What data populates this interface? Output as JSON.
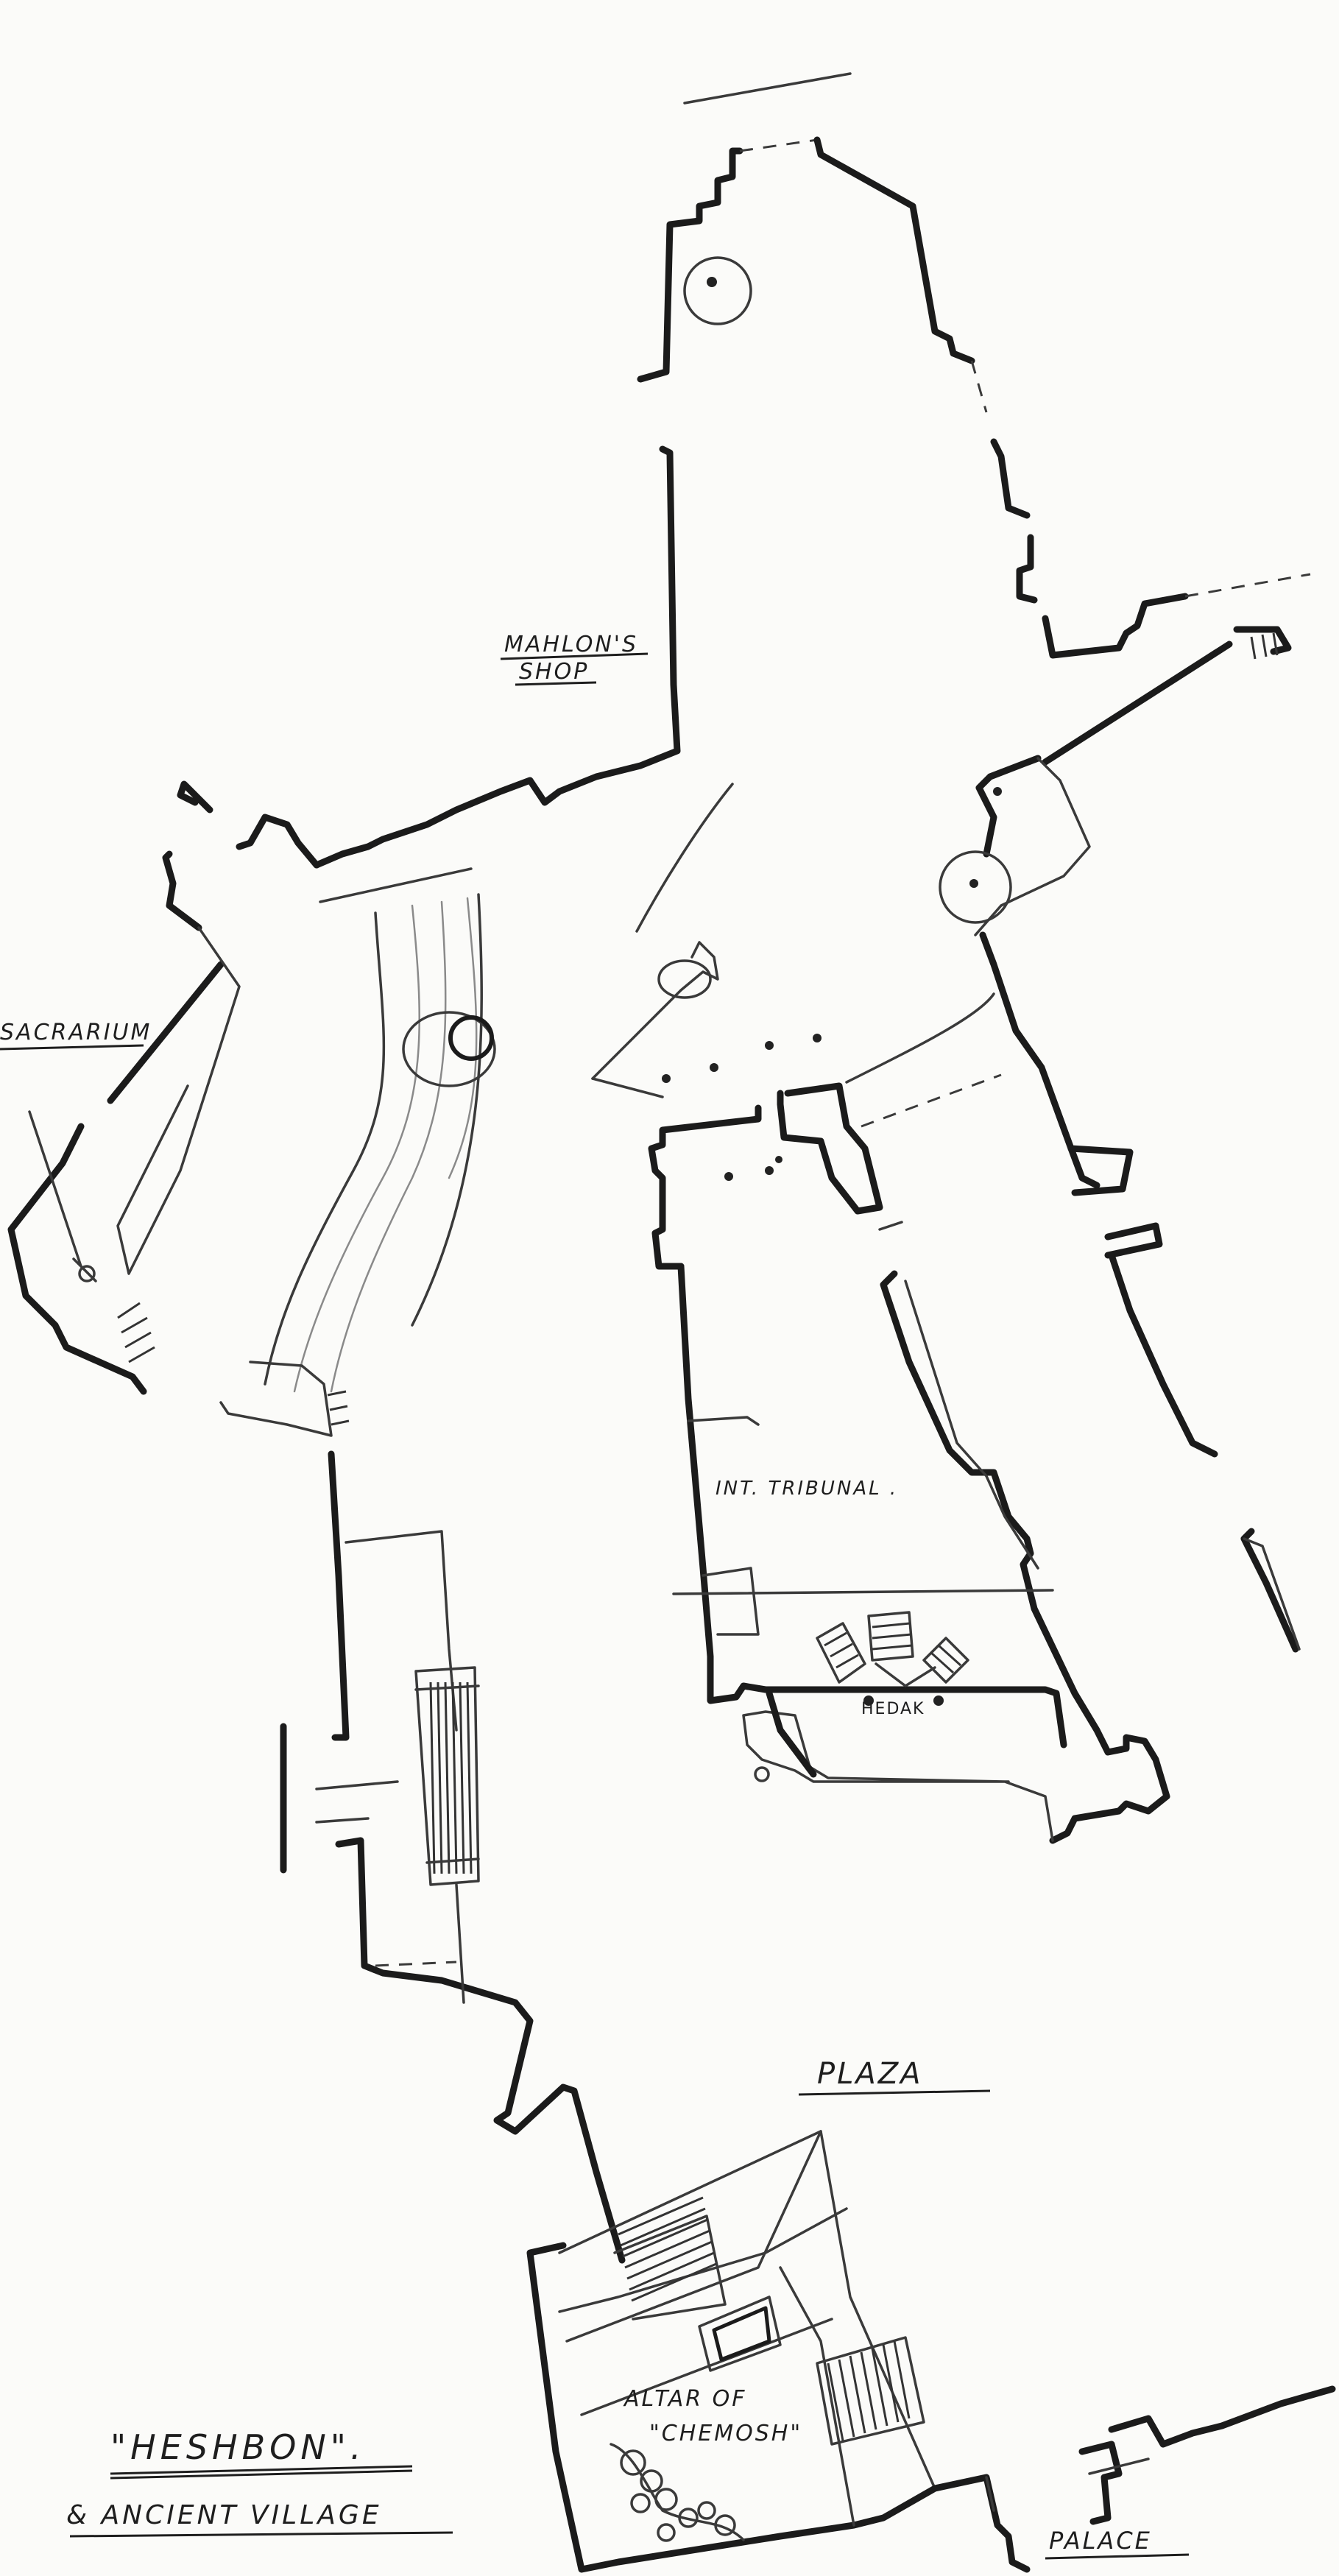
{
  "labels": {
    "mahlons_line1": "MAHLON'S",
    "mahlons_line2": "SHOP",
    "sacrarium": "SACRARIUM",
    "int_tribunal": "INT. TRIBUNAL .",
    "hedak": "HEDAK",
    "plaza": "PLAZA",
    "altar_line1": "ALTAR OF",
    "altar_line2": "\"CHEMOSH\"",
    "palace": "PALACE",
    "title_line1": "\"HESHBON\".",
    "title_line2": "& ANCIENT VILLAGE"
  },
  "colors": {
    "paper": "#fbfbf9",
    "ink": "#1b1b1b",
    "pencil": "#3a3a3a"
  }
}
